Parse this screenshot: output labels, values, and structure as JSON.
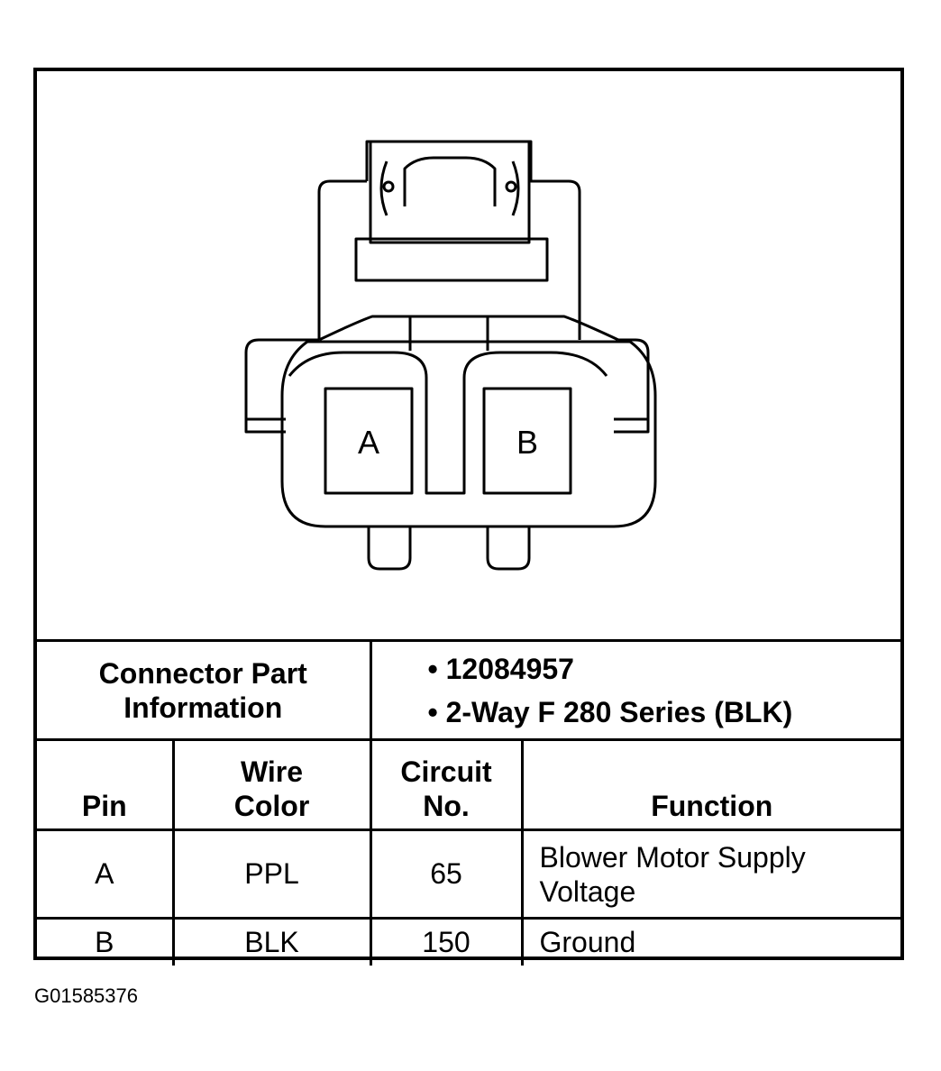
{
  "diagram": {
    "terminal_a_label": "A",
    "terminal_b_label": "B"
  },
  "connector_info": {
    "label_line1": "Connector Part",
    "label_line2": "Information",
    "part_number": "12084957",
    "series": "2-Way F 280 Series (BLK)"
  },
  "table": {
    "headers": {
      "pin": "Pin",
      "wire_color_line1": "Wire",
      "wire_color_line2": "Color",
      "circuit_line1": "Circuit",
      "circuit_line2": "No.",
      "function": "Function"
    },
    "rows": [
      {
        "pin": "A",
        "wire_color": "PPL",
        "circuit": "65",
        "function_line1": "Blower Motor Supply",
        "function_line2": "Voltage"
      },
      {
        "pin": "B",
        "wire_color": "BLK",
        "circuit": "150",
        "function_line1": "Ground",
        "function_line2": ""
      }
    ]
  },
  "figure_id": "G01585376"
}
